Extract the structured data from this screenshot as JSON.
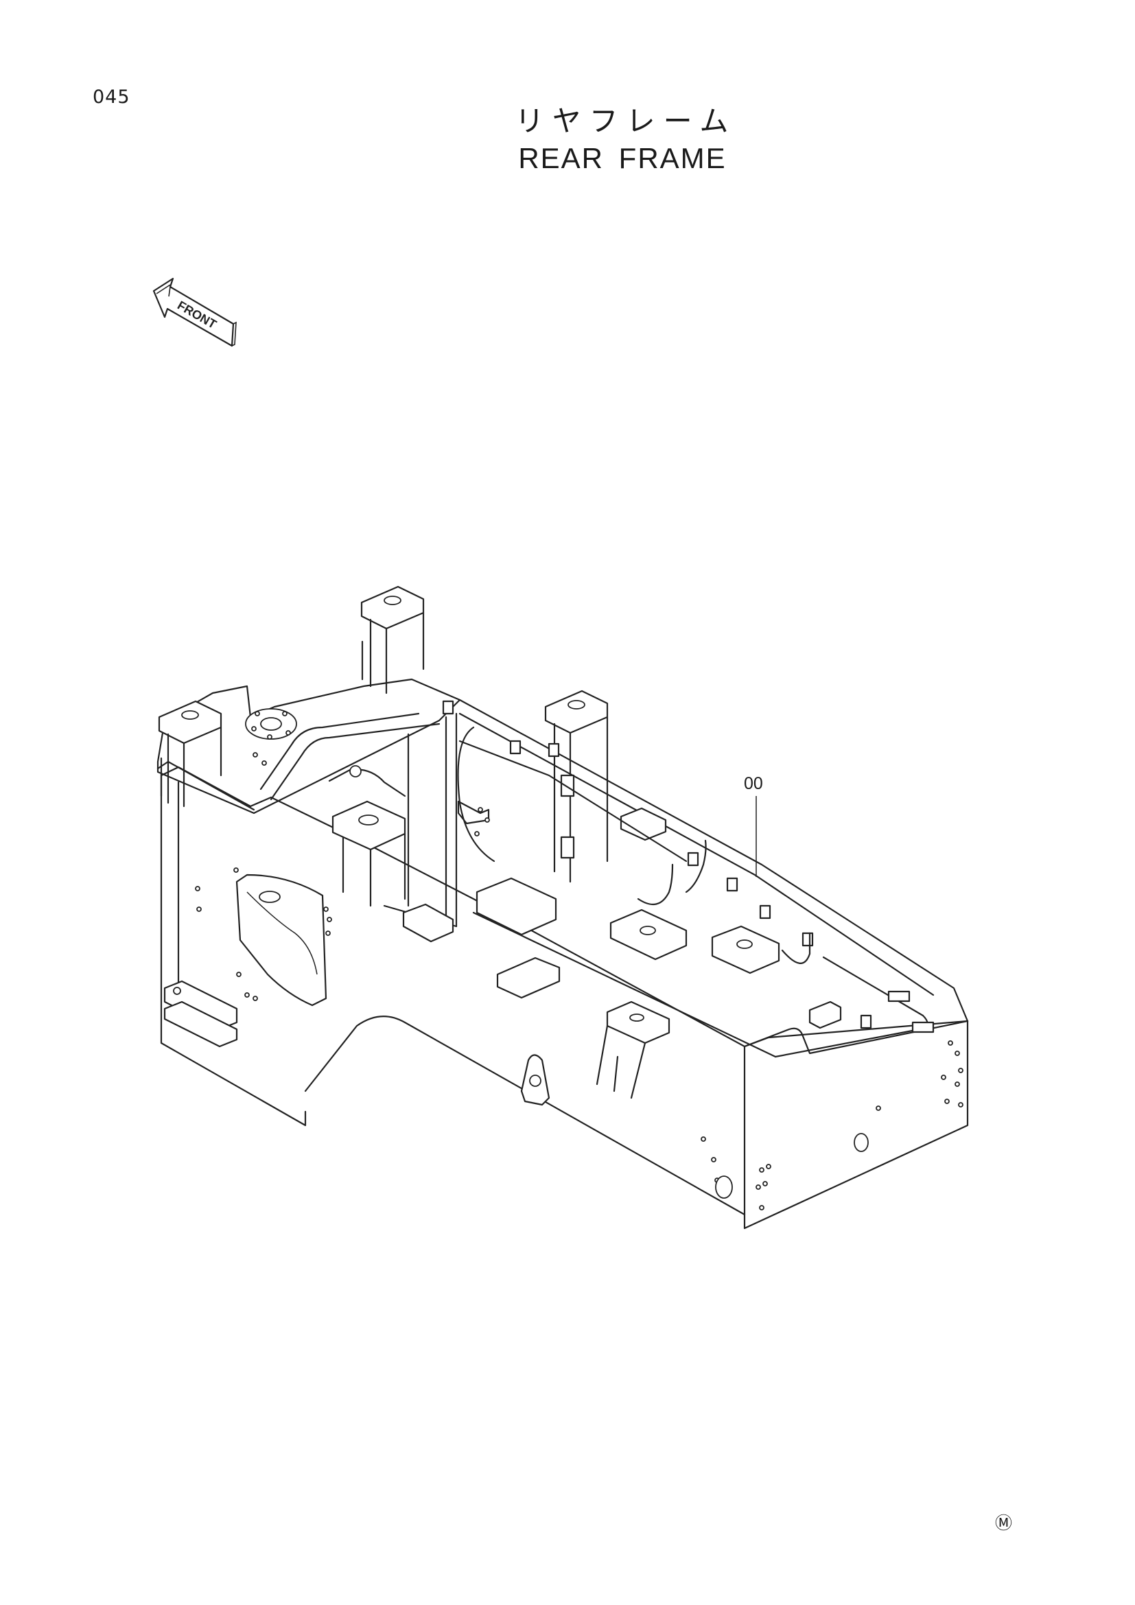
{
  "page": {
    "number": "045",
    "title_ja": "リヤフレーム",
    "title_en": "REAR FRAME"
  },
  "orientation": {
    "label": "FRONT",
    "icon": "front-arrow-icon"
  },
  "parts": [
    {
      "callout": "00",
      "description": ""
    }
  ],
  "footer": {
    "mark": "Ⓜ"
  }
}
